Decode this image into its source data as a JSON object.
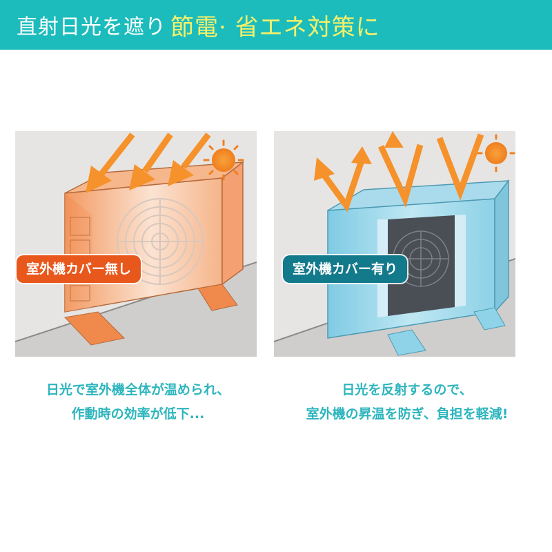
{
  "header": {
    "title_plain": "直射日光を遮り",
    "title_highlight": "節電· 省エネ対策に"
  },
  "colors": {
    "banner": "#1dbcbc",
    "highlight": "#f4f06a",
    "caption": "#2cb5bd",
    "tag_without_cover": "#e8581c",
    "tag_with_cover": "#137a8c",
    "arrow": "#f5922b"
  },
  "comparison": [
    {
      "tag": "室外機カバー無し",
      "caption_line1": "日光で室外機全体が温められ、",
      "caption_line2": "作動時の効率が低下..."
    },
    {
      "tag": "室外機カバー有り",
      "caption_line1": "日光を反射するので、",
      "caption_line2": "室外機の昇温を防ぎ、負担を軽減!"
    }
  ]
}
